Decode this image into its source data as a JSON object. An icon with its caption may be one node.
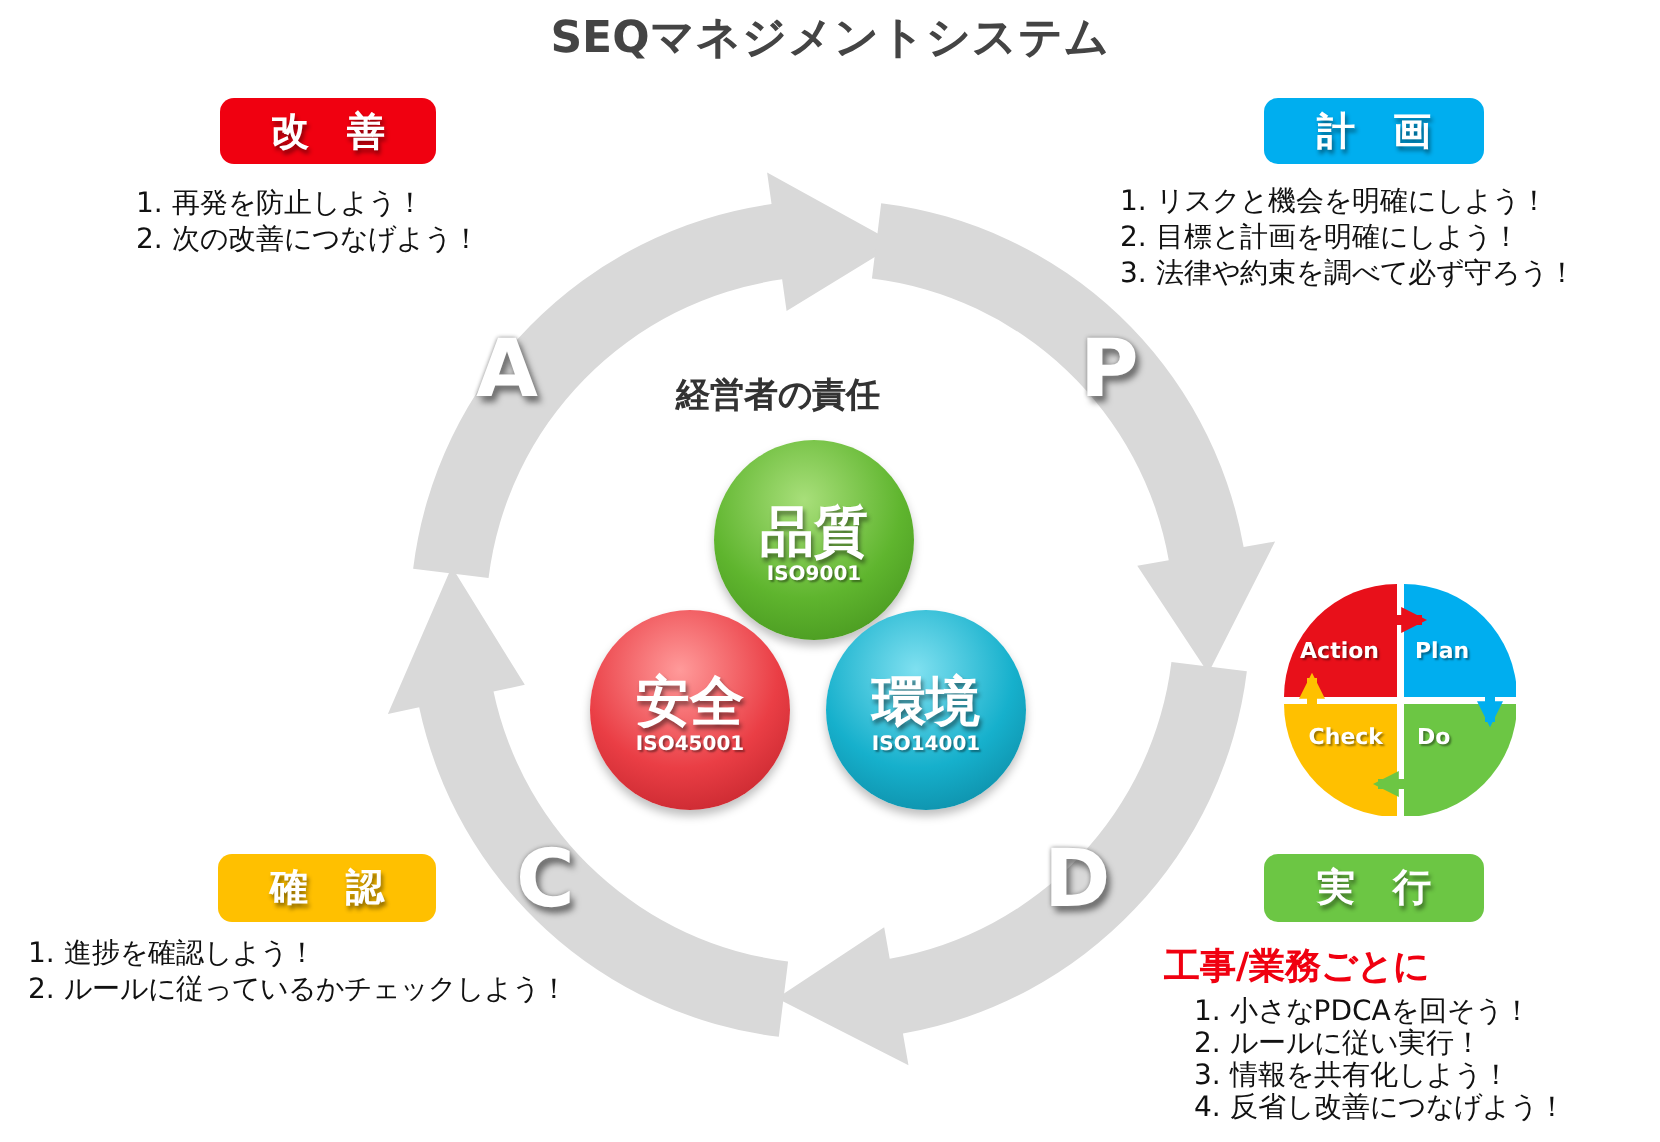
{
  "diagram": {
    "title": "SEQマネジメントシステム",
    "nodes": [
      {
        "text": [
          "改善"
        ],
        "beside": [
          "1. 再発を防止しよう！",
          "2. 次の改善につなげよう！"
        ]
      },
      {
        "text": [
          "計画"
        ],
        "beside": [
          "1. リスクと機会を明確にしよう！",
          "2. 目標と計画を明確にしよう！",
          "3. 法律や約束を調べて必ず守ろう！"
        ]
      },
      {
        "text": [
          "確認"
        ],
        "beside": [
          "1. 進捗を確認しよう！",
          "2. ルールに従っているかチェックしよう！"
        ]
      },
      {
        "text": [
          "実行"
        ],
        "beside": [
          "工事/業務ごとに",
          "1. 小さなPDCAを回そう！",
          "2. ルールに従い実行！",
          "3. 情報を共有化しよう！",
          "4. 反省し改善につなげよう！"
        ]
      },
      {
        "text": [
          "品質",
          "ISO9001"
        ]
      },
      {
        "text": [
          "安全",
          "ISO45001"
        ]
      },
      {
        "text": [
          "環境",
          "ISO14001"
        ]
      },
      {
        "text": [
          "Action"
        ]
      },
      {
        "text": [
          "Plan"
        ]
      },
      {
        "text": [
          "Check"
        ]
      },
      {
        "text": [
          "Do"
        ]
      }
    ],
    "edges": [
      {
        "from": 7,
        "to": 8,
        "arrow": "to",
        "color": "#e8101a"
      },
      {
        "from": 8,
        "to": 10,
        "arrow": "to",
        "color": "#00aeef"
      },
      {
        "from": 10,
        "to": 9,
        "arrow": "to",
        "color": "#6cc644"
      },
      {
        "from": 9,
        "to": 7,
        "arrow": "to",
        "color": "#ffc000"
      }
    ],
    "labels": [
      "A",
      "P",
      "経営者の責任",
      "C",
      "D"
    ]
  }
}
